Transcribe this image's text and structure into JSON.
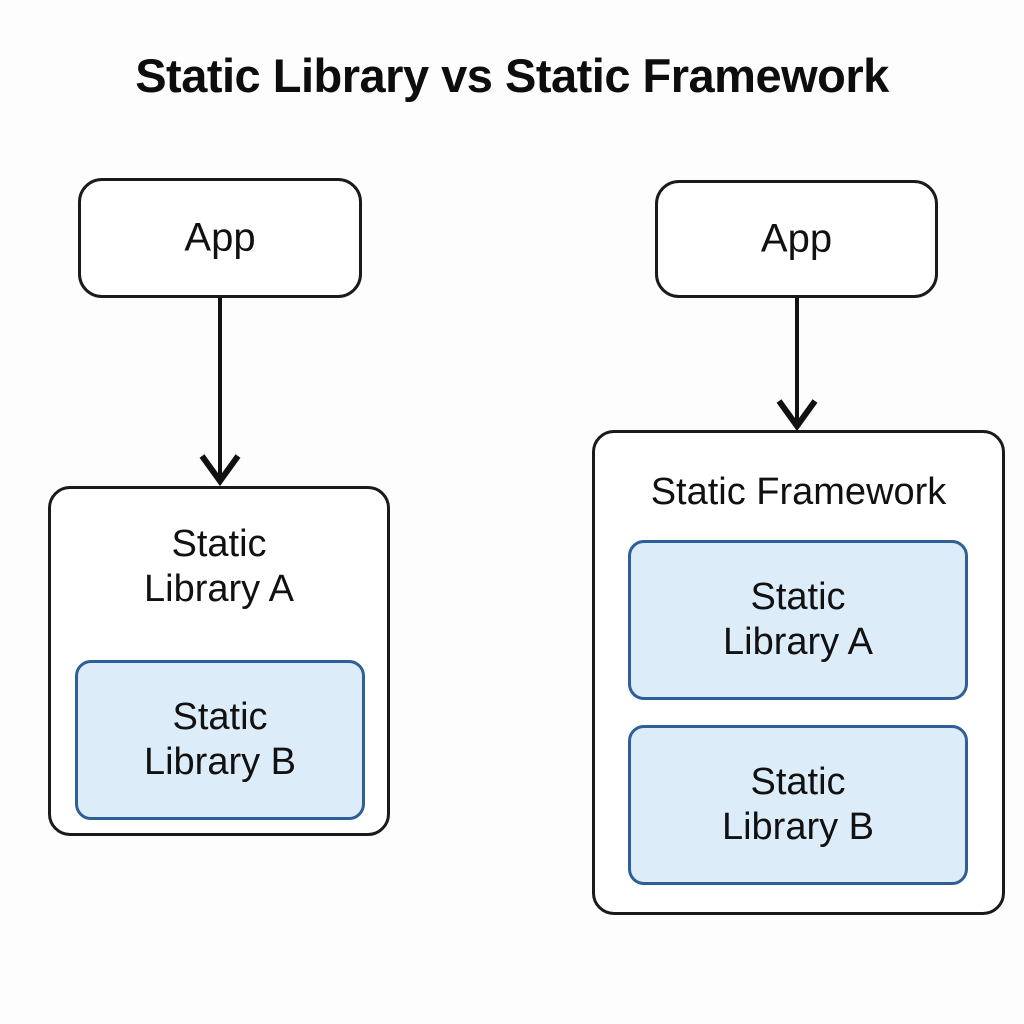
{
  "diagram": {
    "title": "Static Library vs Static Framework",
    "background_color": "#fdfdfd",
    "outline_color": "#1a1a1a",
    "blue_fill_color": "#ddecf9",
    "blue_border_color": "#2f5f96",
    "text_color": "#111111"
  },
  "left_column": {
    "app": {
      "label": "App"
    },
    "library_a": {
      "label": "Static\nLibrary A",
      "inner_library_b": {
        "label": "Static\nLibrary B"
      }
    },
    "arrow": {
      "name": "app-to-library-a-arrow",
      "direction": "down"
    }
  },
  "right_column": {
    "app": {
      "label": "App"
    },
    "framework": {
      "label": "Static Framework",
      "children": [
        {
          "label": "Static\nLibrary A"
        },
        {
          "label": "Static\nLibrary B"
        }
      ]
    },
    "arrow": {
      "name": "app-to-framework-arrow",
      "direction": "down"
    }
  }
}
